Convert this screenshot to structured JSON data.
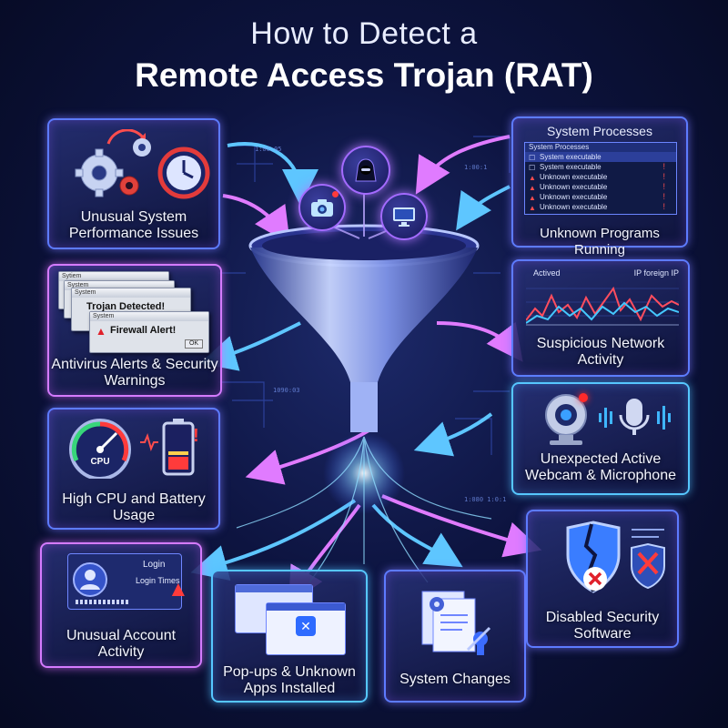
{
  "title": {
    "line1": "How to Detect a",
    "line2": "Remote Access Trojan (RAT)"
  },
  "colors": {
    "accent_blue": "#5d7bff",
    "accent_pink": "#d57bff",
    "accent_cyan": "#56c7ff",
    "alert_red": "#ff3b3b"
  },
  "cards": {
    "performance": {
      "label": "Unusual System Performance Issues",
      "icons": [
        "gears-icon",
        "clock-icon"
      ]
    },
    "processes": {
      "label": "Unknown Programs Running",
      "panel_title": "System Processes",
      "panel_header": "System Processes",
      "rows": [
        {
          "name": "System executable",
          "flag": ""
        },
        {
          "name": "System executable",
          "flag": "!"
        },
        {
          "name": "Unknown executable",
          "flag": "!"
        },
        {
          "name": "Unknown executable",
          "flag": "!"
        },
        {
          "name": "Unknown executable",
          "flag": "!"
        },
        {
          "name": "Unknown executable",
          "flag": "!"
        }
      ]
    },
    "antivirus": {
      "label": "Antivirus Alerts & Security Warnings",
      "windows": [
        {
          "title": "System",
          "message": "Trojan Detected!",
          "button": "OK"
        },
        {
          "title": "System",
          "message": "Firewall Alert!",
          "button": "OK"
        }
      ],
      "back_window_titles": [
        "Sytiem",
        "System"
      ]
    },
    "network": {
      "label": "Suspicious Network Activity",
      "legend_left": "Actived",
      "legend_right": "IP foreign IP"
    },
    "cpu": {
      "label": "High CPU and Battery Usage",
      "gauge_label": "CPU"
    },
    "webcam": {
      "label": "Unexpected Active Webcam & Microphone"
    },
    "account": {
      "label": "Unusual Account Activity",
      "login_title": "Login",
      "login_sub": "Login Times"
    },
    "popups": {
      "label": "Pop-ups & Unknown Apps Installed"
    },
    "changes": {
      "label": "System Changes"
    },
    "security": {
      "label": "Disabled Security Software"
    }
  },
  "center": {
    "icons": [
      "hacker-icon",
      "camera-icon",
      "monitor-icon"
    ]
  }
}
